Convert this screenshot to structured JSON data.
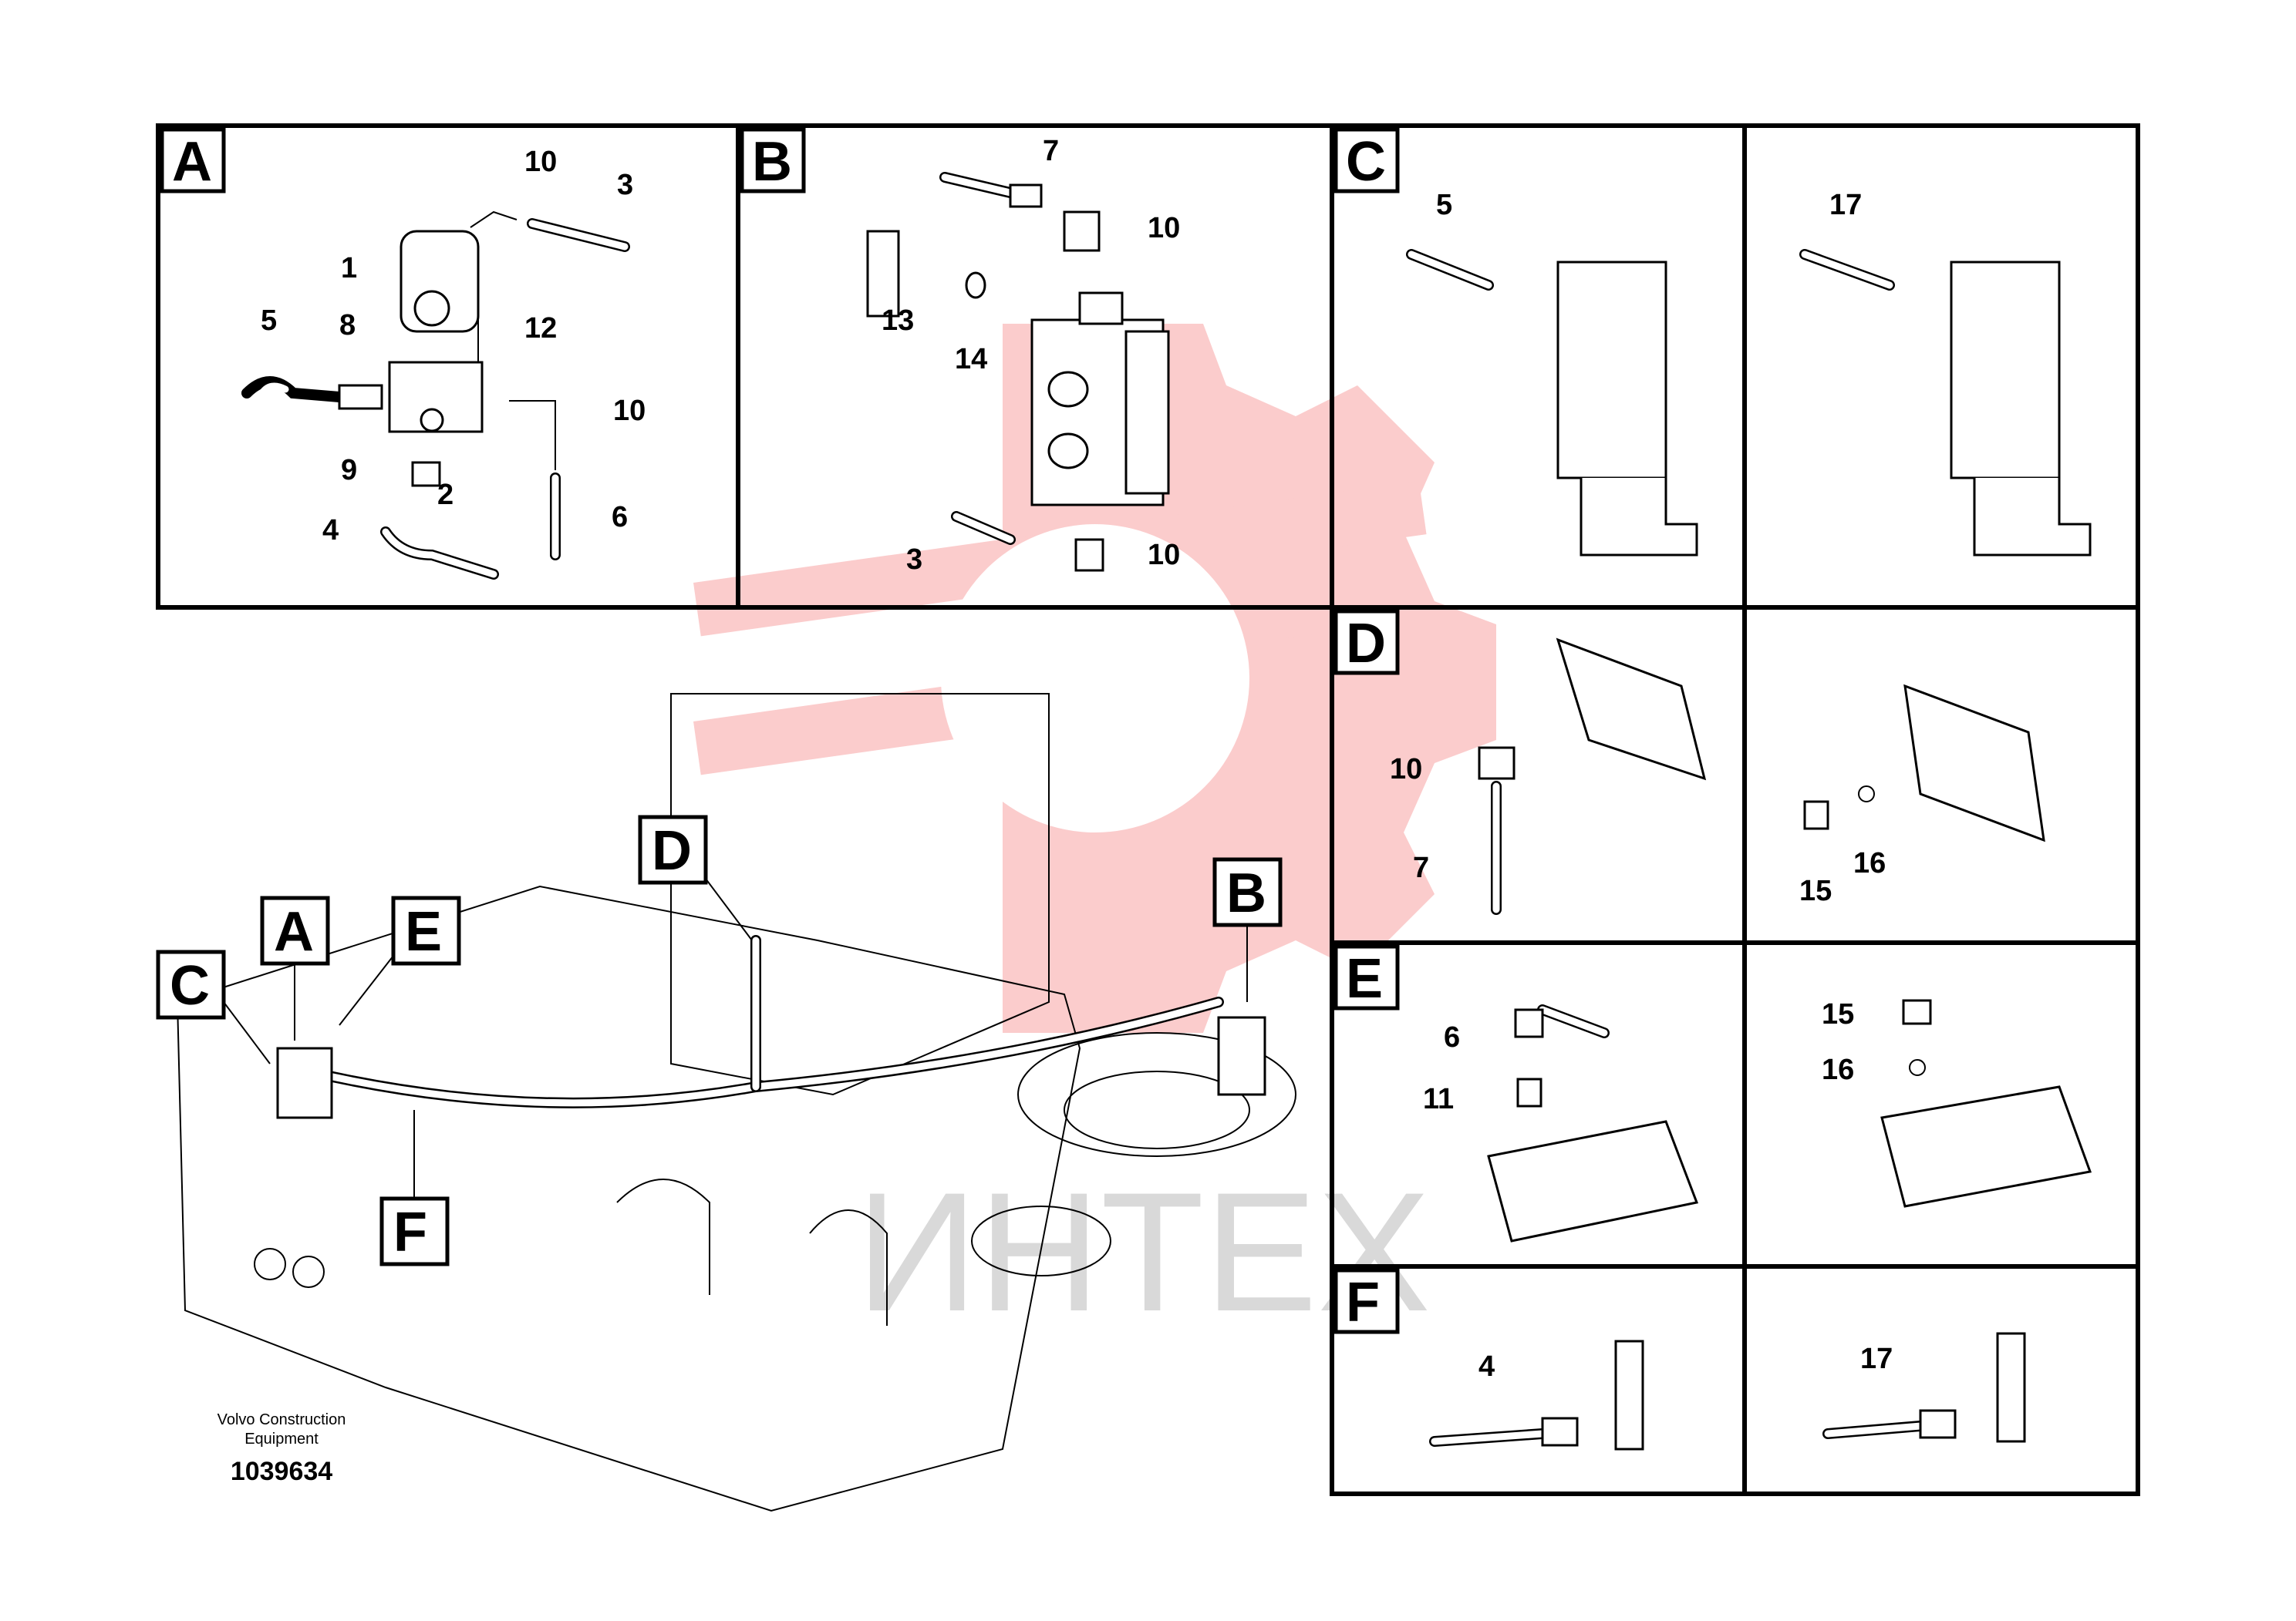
{
  "watermark": {
    "text": "ИНТЕХ",
    "color": "#f08080"
  },
  "caption": {
    "line1": "Volvo Construction",
    "line2": "Equipment",
    "doc_number": "1039634"
  },
  "panels": {
    "A": {
      "letter": "A",
      "labels": [
        "10",
        "3",
        "1",
        "12",
        "5",
        "8",
        "10",
        "9",
        "2",
        "6",
        "4"
      ]
    },
    "B": {
      "letter": "B",
      "labels": [
        "7",
        "10",
        "13",
        "14",
        "3",
        "10"
      ]
    },
    "C": {
      "letter": "C",
      "labels": [
        "5"
      ]
    },
    "C2": {
      "labels": [
        "17"
      ]
    },
    "D": {
      "letter": "D",
      "labels": [
        "10",
        "7"
      ]
    },
    "D2": {
      "labels": [
        "15",
        "16"
      ]
    },
    "E": {
      "letter": "E",
      "labels": [
        "6",
        "11"
      ]
    },
    "E2": {
      "labels": [
        "15",
        "16"
      ]
    },
    "F": {
      "letter": "F",
      "labels": [
        "4"
      ]
    },
    "F2": {
      "labels": [
        "17"
      ]
    }
  },
  "overview": {
    "callouts": [
      "C",
      "A",
      "E",
      "D",
      "B",
      "F"
    ]
  }
}
